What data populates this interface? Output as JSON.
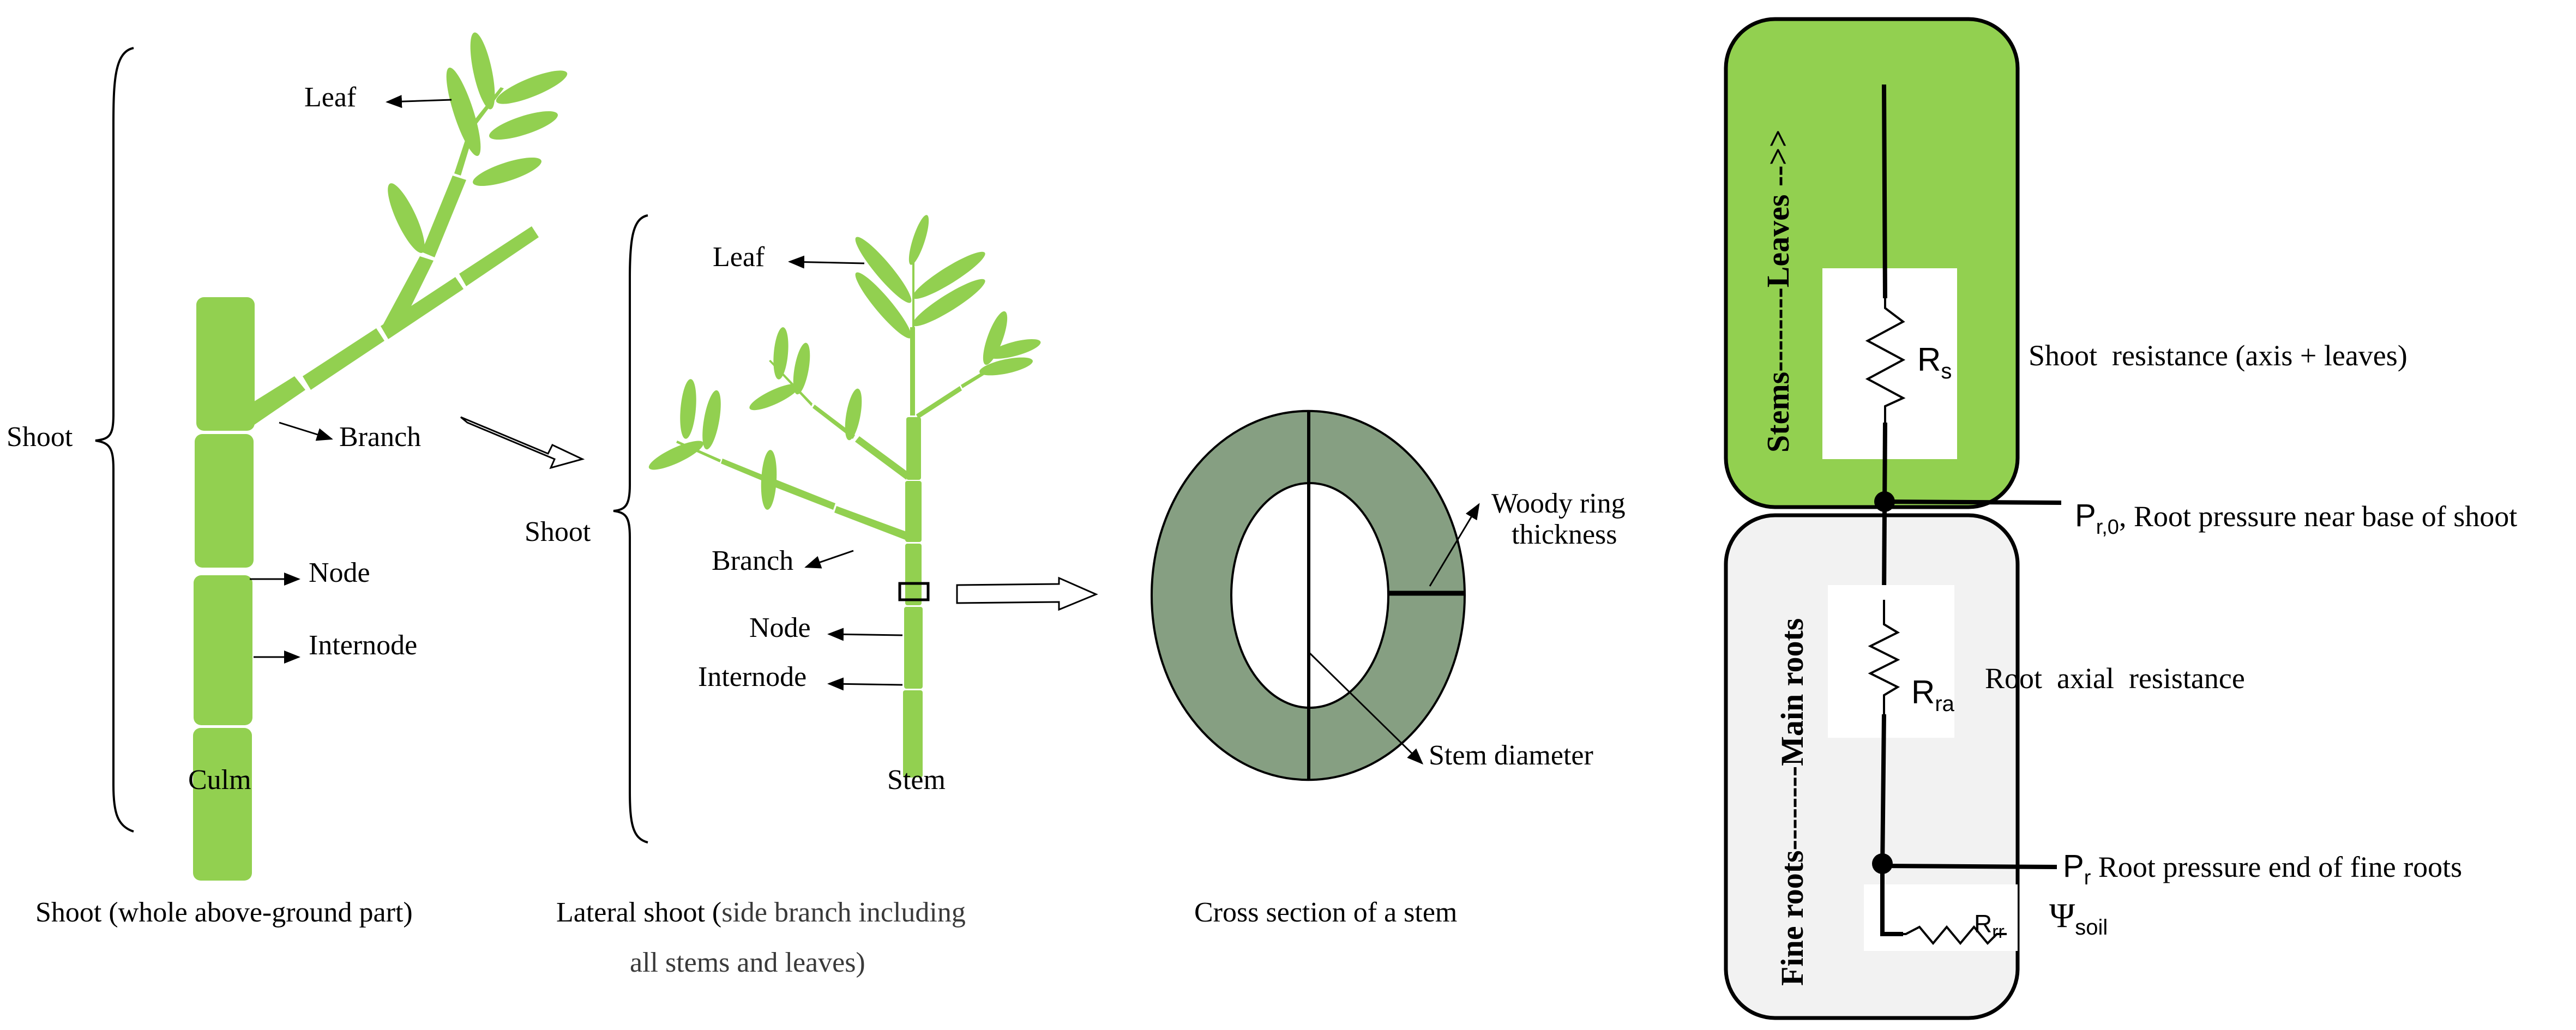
{
  "figure": {
    "colors": {
      "plant_green": "#92D050",
      "cross_section": "#869F82",
      "shoot_box": "#92D050",
      "root_box": "#F2F2F2",
      "ink": "#000000"
    },
    "panel_whole_shoot": {
      "brace_label": "Shoot",
      "labels": {
        "leaf": "Leaf",
        "branch": "Branch",
        "node": "Node",
        "internode": "Internode",
        "culm": "Culm"
      },
      "caption": "Shoot (whole above-ground part)"
    },
    "panel_lateral_shoot": {
      "brace_label": "Shoot",
      "labels": {
        "leaf": "Leaf",
        "branch": "Branch",
        "node": "Node",
        "internode": "Internode",
        "stem": "Stem"
      },
      "caption_line1_a": "Lateral shoot (",
      "caption_line1_b": "side branch including",
      "caption_line2": "all stems and leaves)"
    },
    "panel_cross_section": {
      "labels": {
        "ring_line1": "Woody ring",
        "ring_line2": "thickness",
        "diameter": "Stem diameter"
      },
      "caption": "Cross section of a stem"
    },
    "panel_resistance": {
      "shoot_axis_label": "Stems--------Leaves -->>",
      "root_axis_label": "Fine  roots--------Main roots",
      "Rs": {
        "main": "R",
        "sub": "s"
      },
      "Rra": {
        "main": "R",
        "sub": "ra"
      },
      "Rrr": {
        "main": "R",
        "sub": "rr"
      },
      "shoot_resistance": "Shoot  resistance (axis + leaves)",
      "root_axial_resistance": "Root  axial  resistance",
      "pr0": {
        "main": "P",
        "sub": "r,0",
        "text": ", Root pressure near base of shoot"
      },
      "pr": {
        "main": "P",
        "sub": "r",
        "text": " Root pressure end of fine roots"
      },
      "psi_soil": {
        "main": "Ψ",
        "sub": "soil"
      }
    }
  }
}
